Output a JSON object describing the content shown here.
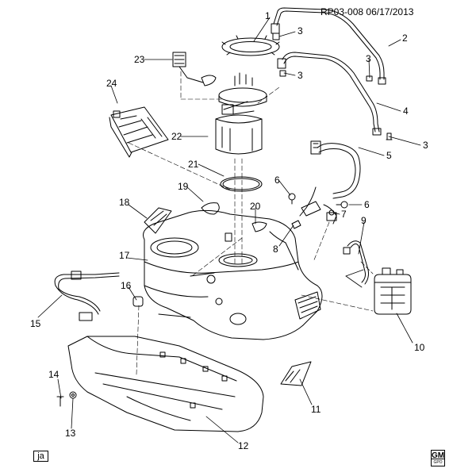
{
  "header": {
    "code": "RP03-008",
    "date": "06/17/2013"
  },
  "callouts": [
    "1",
    "2",
    "3",
    "3",
    "3",
    "3",
    "4",
    "5",
    "6",
    "6",
    "7",
    "8",
    "9",
    "10",
    "11",
    "12",
    "13",
    "14",
    "15",
    "16",
    "17",
    "18",
    "19",
    "20",
    "21",
    "22",
    "23",
    "24"
  ],
  "footer": {
    "ja_label": "ja",
    "logo_main": "GM",
    "logo_sub": "GPO"
  }
}
